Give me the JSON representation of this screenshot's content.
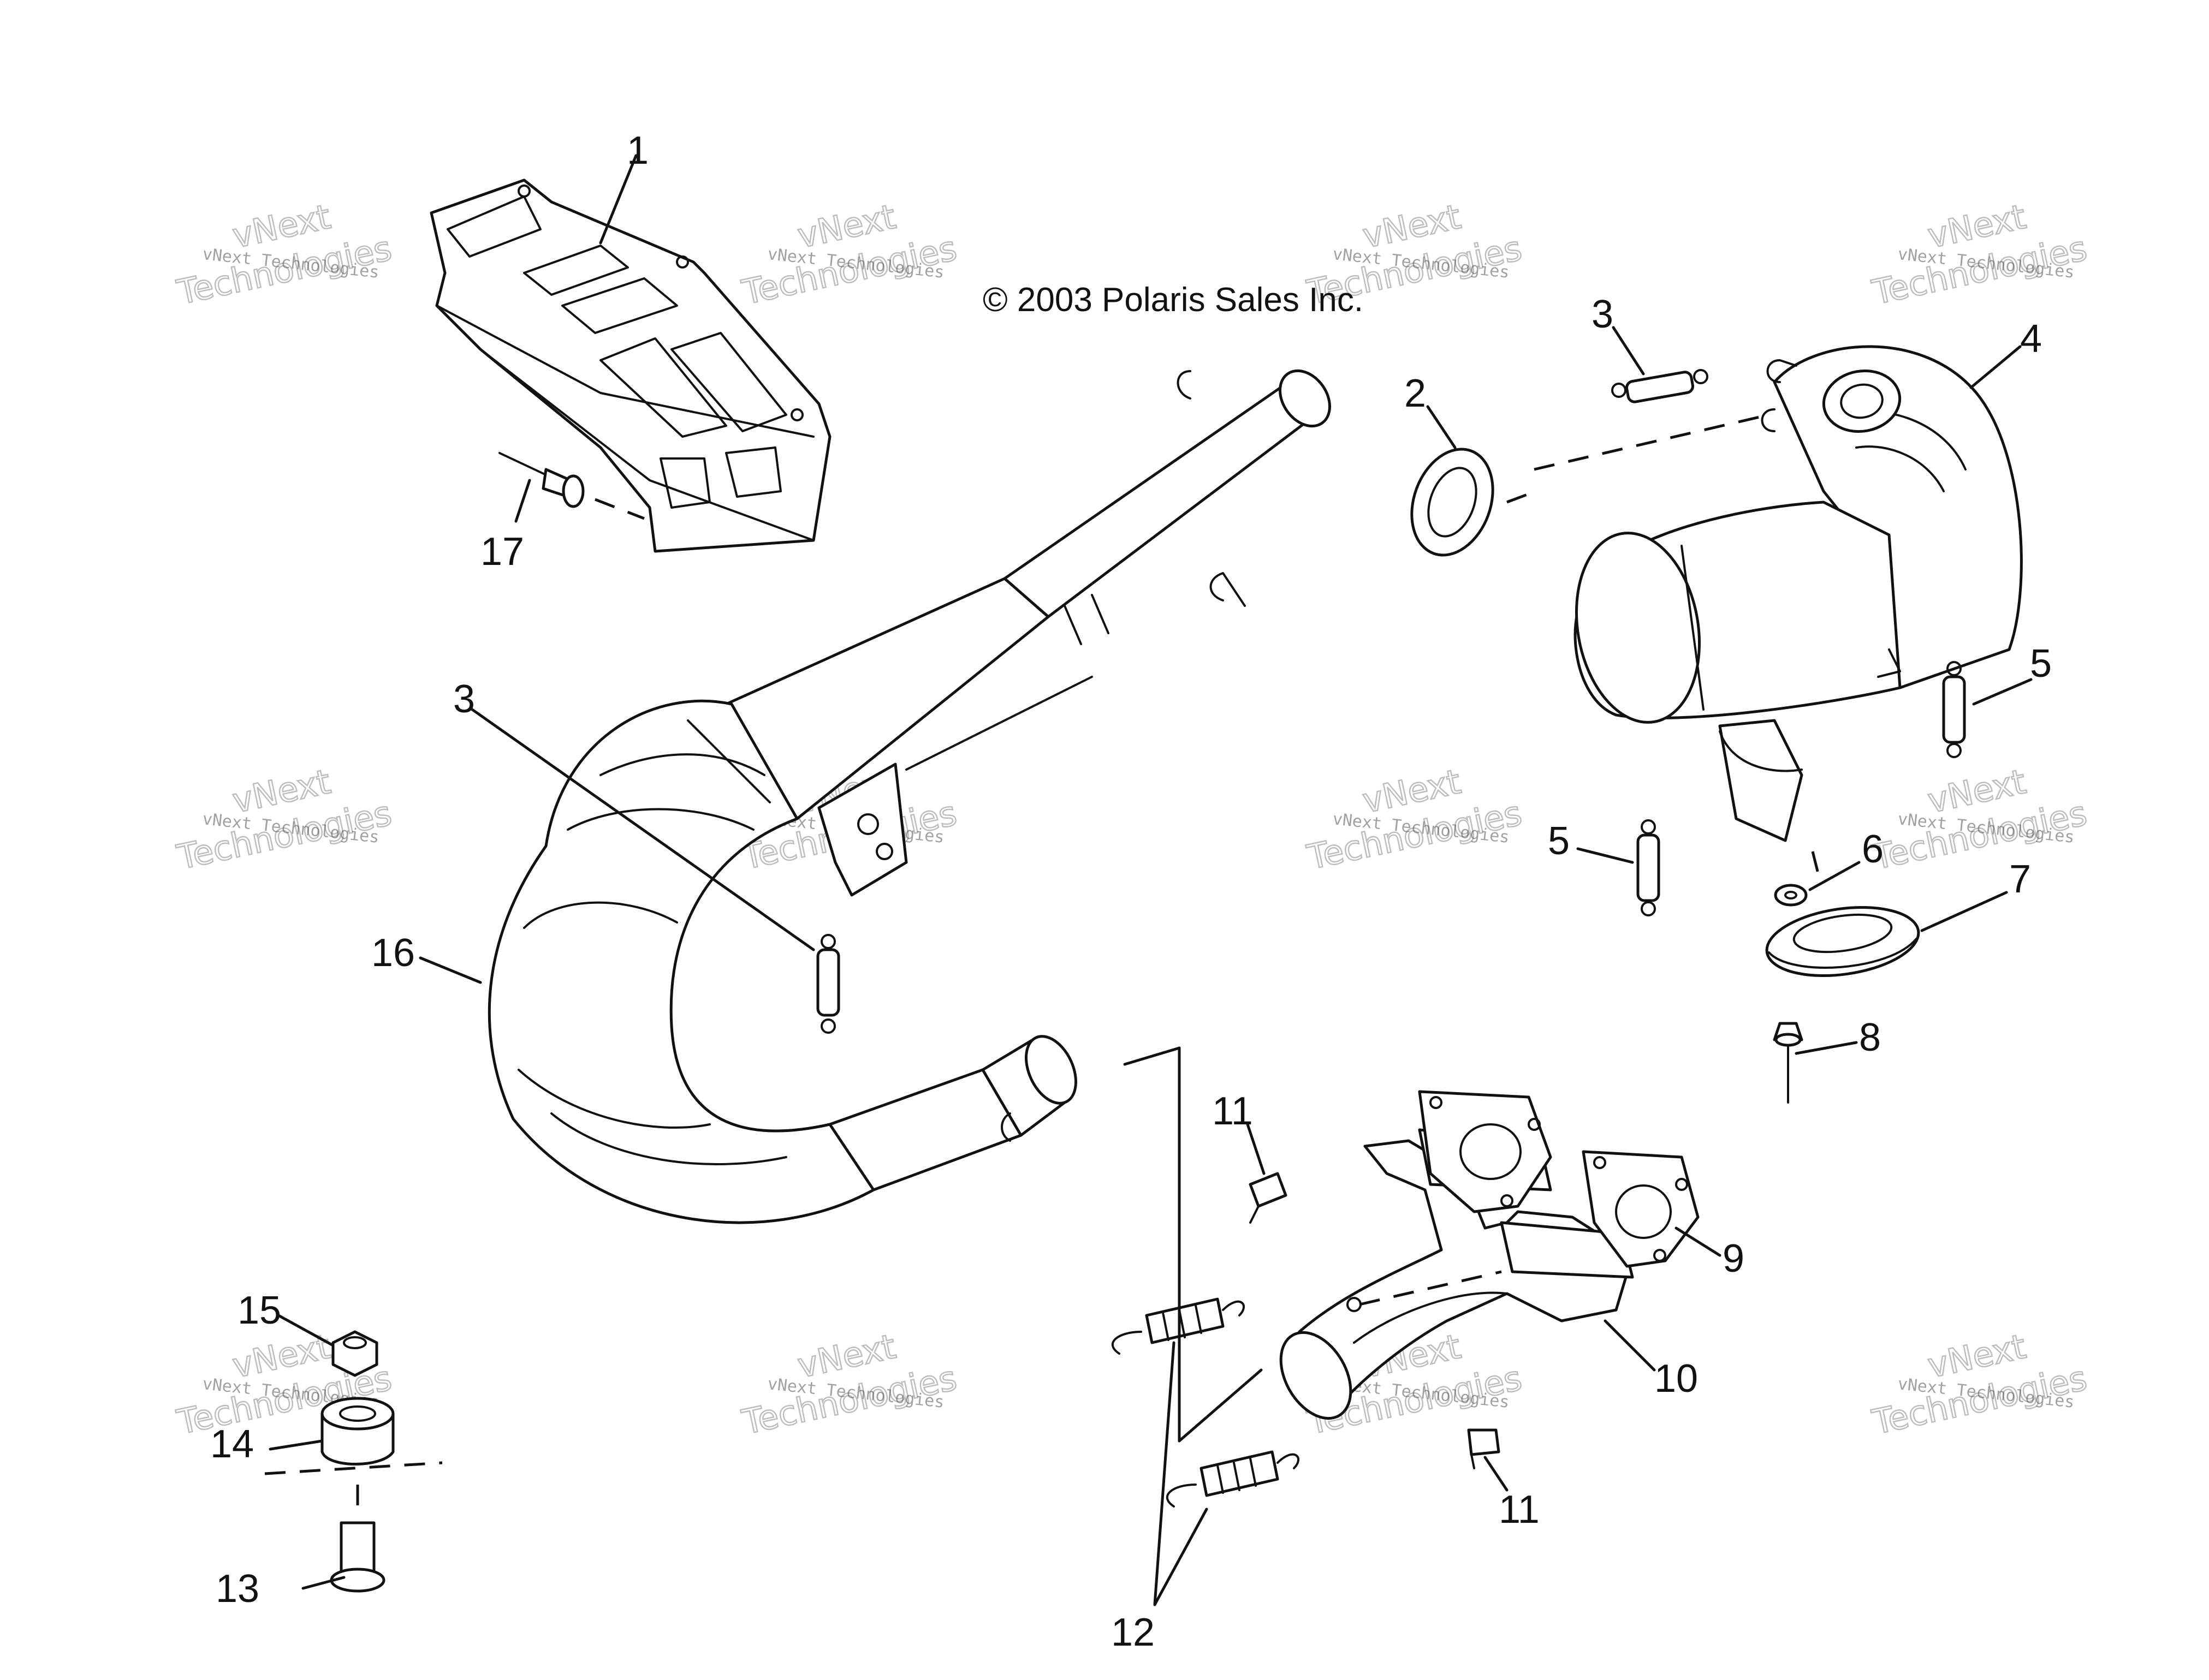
{
  "copyright": "© 2003 Polaris Sales Inc.",
  "watermark": {
    "small": "vNext Technologies",
    "big_top": "vNext",
    "big_bottom": "Technologies"
  },
  "callouts": [
    {
      "id": "c1",
      "label": "1"
    },
    {
      "id": "c2",
      "label": "2"
    },
    {
      "id": "c3a",
      "label": "3"
    },
    {
      "id": "c3b",
      "label": "3"
    },
    {
      "id": "c4",
      "label": "4"
    },
    {
      "id": "c5a",
      "label": "5"
    },
    {
      "id": "c5b",
      "label": "5"
    },
    {
      "id": "c6",
      "label": "6"
    },
    {
      "id": "c7",
      "label": "7"
    },
    {
      "id": "c8",
      "label": "8"
    },
    {
      "id": "c9",
      "label": "9"
    },
    {
      "id": "c10",
      "label": "10"
    },
    {
      "id": "c11a",
      "label": "11"
    },
    {
      "id": "c11b",
      "label": "11"
    },
    {
      "id": "c12",
      "label": "12"
    },
    {
      "id": "c13",
      "label": "13"
    },
    {
      "id": "c14",
      "label": "14"
    },
    {
      "id": "c15",
      "label": "15"
    },
    {
      "id": "c16",
      "label": "16"
    },
    {
      "id": "c17",
      "label": "17"
    }
  ],
  "colors": {
    "line": "#111111",
    "background": "#ffffff",
    "watermark": "#8a8a8a"
  }
}
